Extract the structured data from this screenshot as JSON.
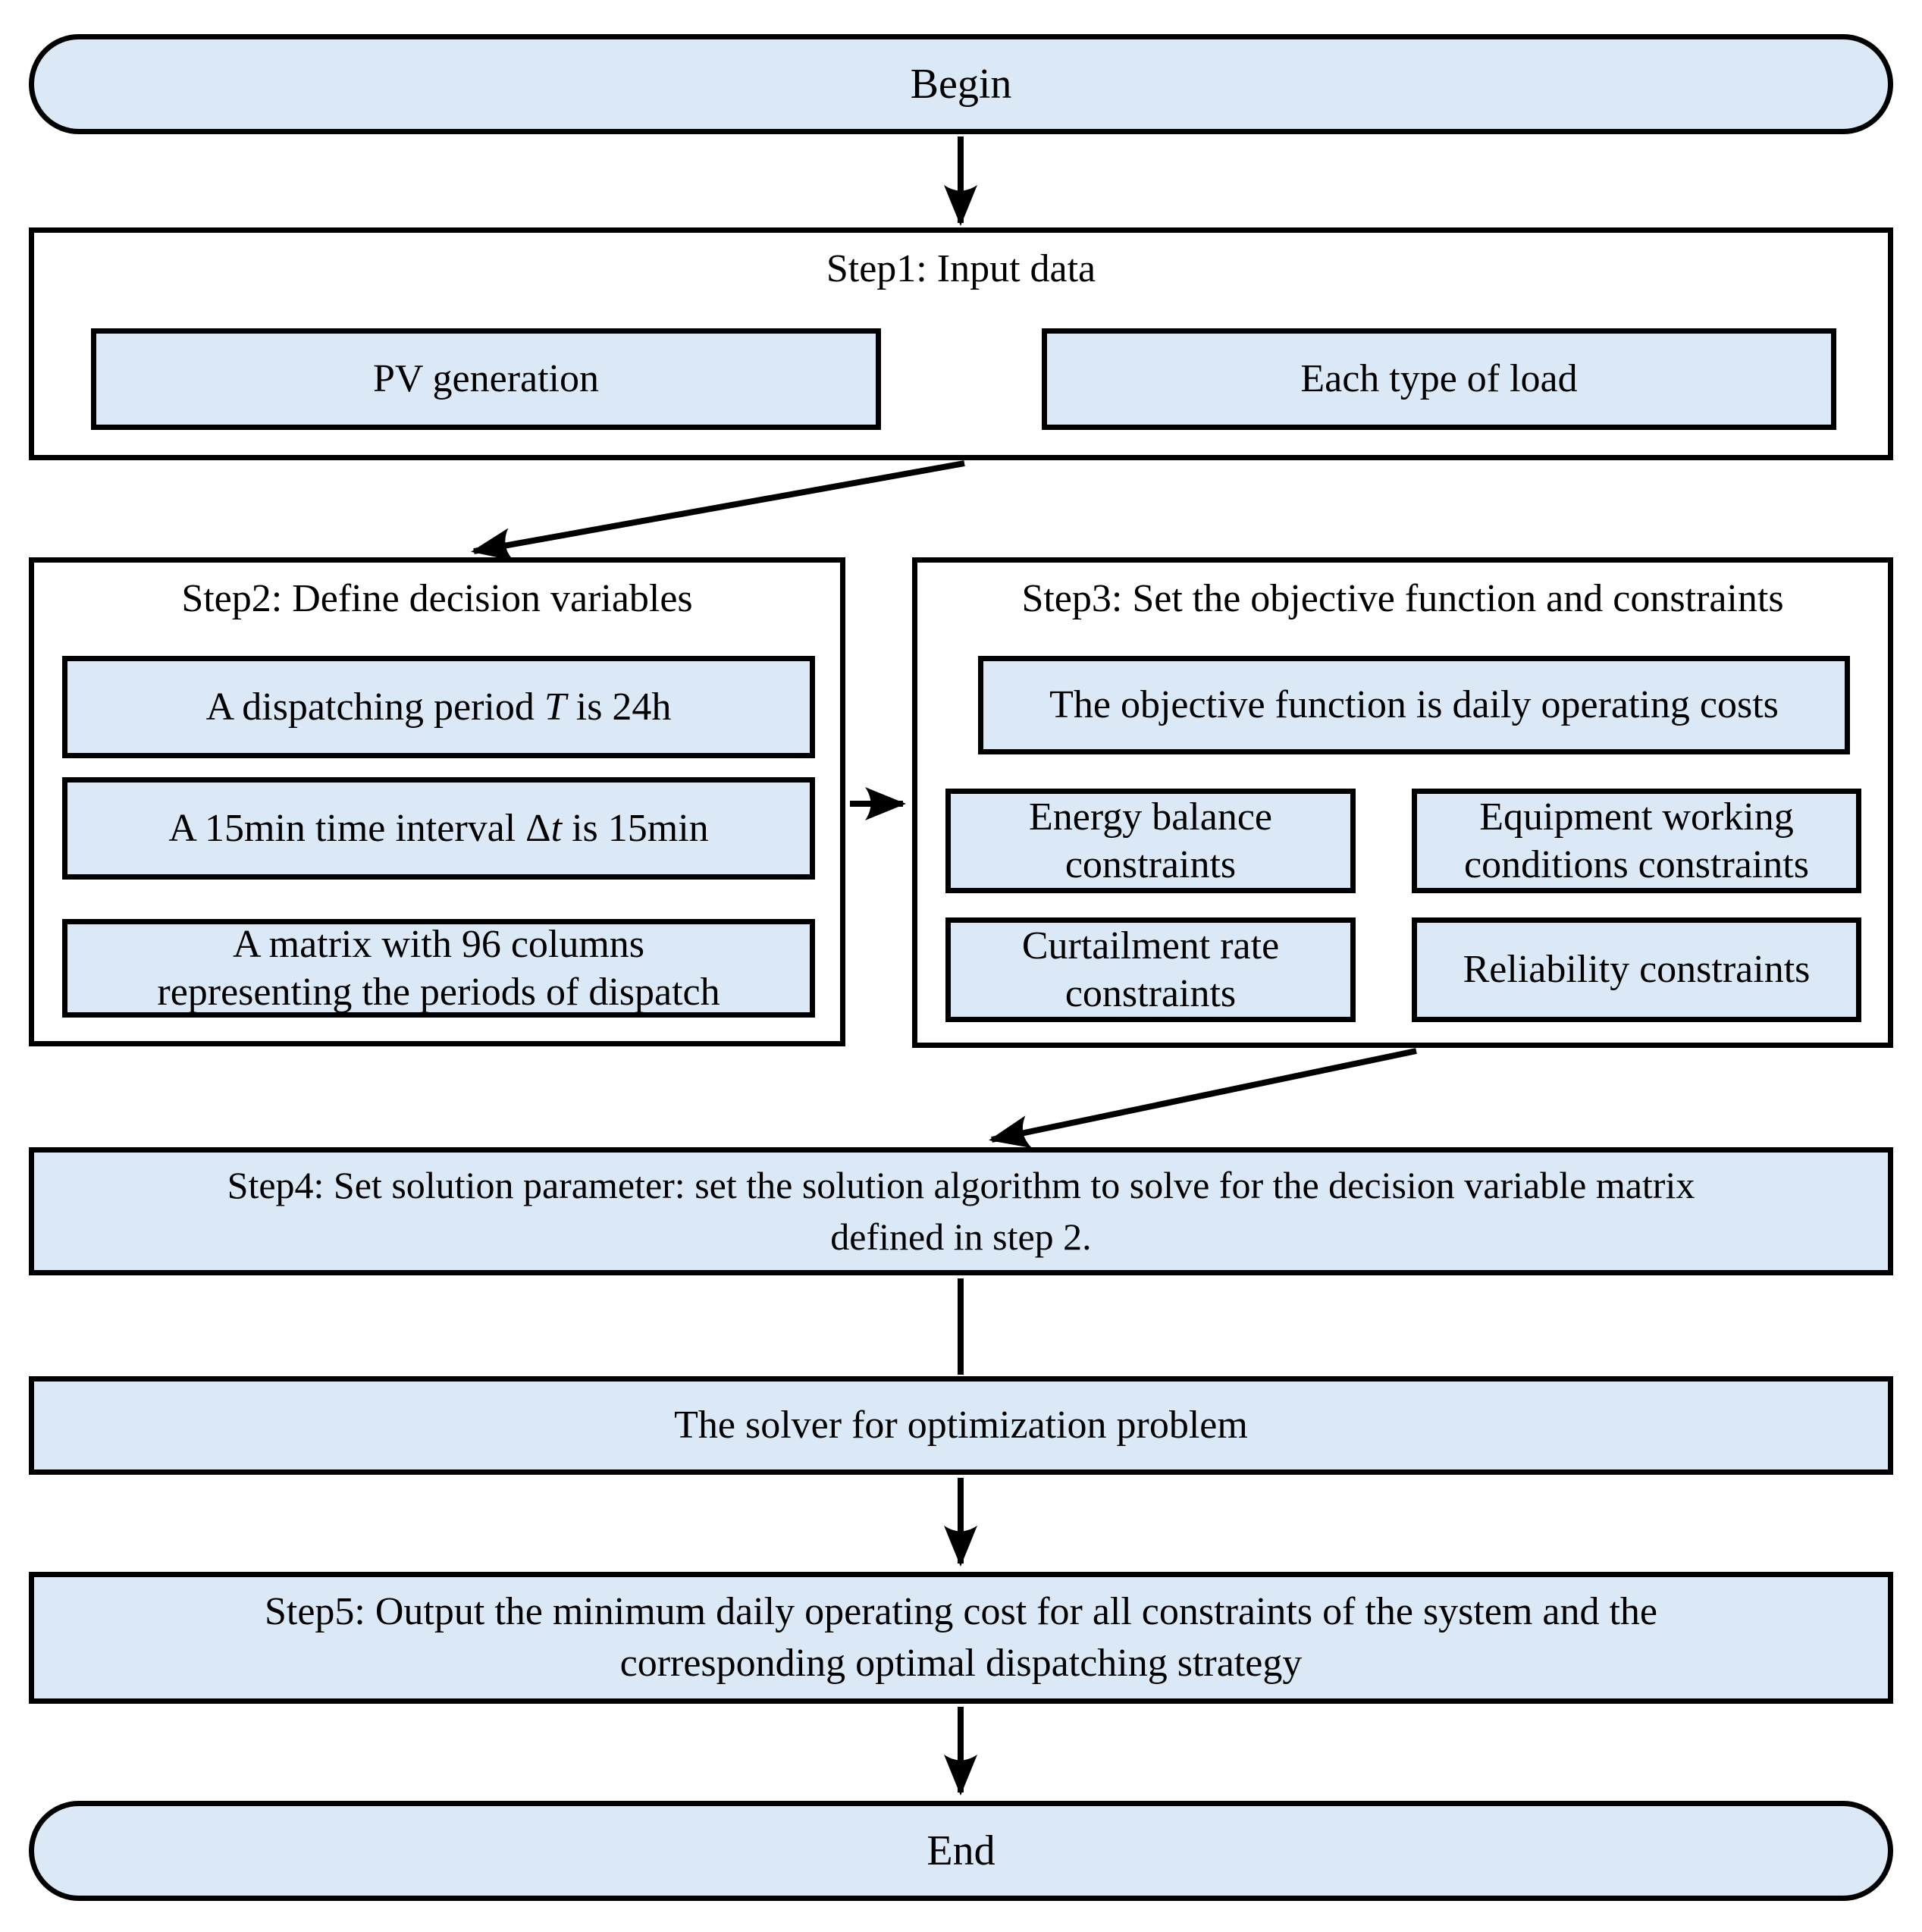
{
  "begin": {
    "label": "Begin"
  },
  "step1": {
    "title": "Step1: Input data",
    "pv_box": "PV generation",
    "load_box": "Each type of load"
  },
  "step2": {
    "title": "Step2: Define decision variables",
    "box1": {
      "pre": "A dispatching period ",
      "var": "T",
      "post": " is 24h"
    },
    "box2": {
      "pre": "A 15min time interval Δ",
      "var": "t",
      "post": " is 15min"
    },
    "box3": {
      "lines": [
        "A matrix  with 96 columns",
        "representing the periods of dispatch"
      ]
    }
  },
  "step3": {
    "title": "Step3: Set the objective function and constraints",
    "objective_box": "The objective function is daily operating costs",
    "energy_box": {
      "lines": [
        "Energy balance",
        "constraints"
      ]
    },
    "equipment_box": {
      "lines": [
        "Equipment working",
        "conditions constraints"
      ]
    },
    "curtailment_box": {
      "lines": [
        "Curtailment rate",
        "constraints"
      ]
    },
    "reliability_box": {
      "lines": [
        "Reliability constraints"
      ]
    }
  },
  "step4": {
    "lines": [
      "Step4: Set solution parameter: set the solution algorithm to solve for the decision variable matrix",
      "defined in step 2."
    ]
  },
  "solver": {
    "label": "The solver for optimization problem"
  },
  "step5": {
    "lines": [
      "Step5: Output the minimum daily operating cost for all constraints of the system and the",
      "corresponding optimal dispatching strategy"
    ]
  },
  "end": {
    "label": "End"
  },
  "colors": {
    "box_fill": "#dbe9f6",
    "border": "#000000",
    "background": "#ffffff"
  }
}
